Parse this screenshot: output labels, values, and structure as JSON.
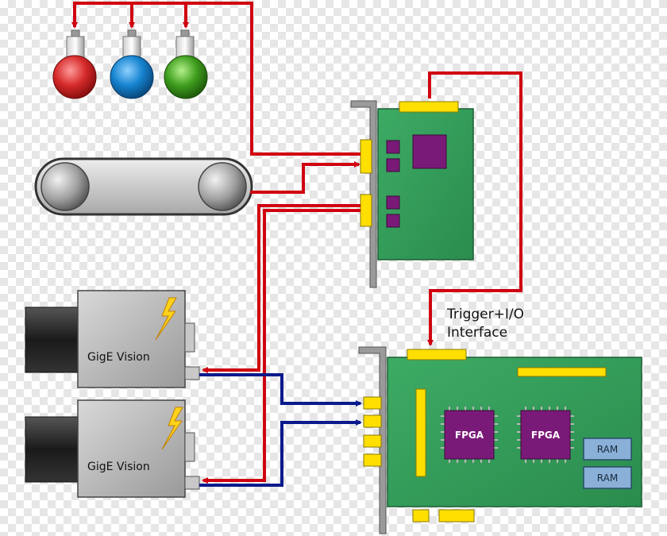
{
  "labels": {
    "trigger_line1": "Trigger+I/O",
    "trigger_line2": "Interface",
    "camera_top": "GigE Vision",
    "camera_bottom": "GigE Vision",
    "fpga_left": "FPGA",
    "fpga_right": "FPGA",
    "ram_top": "RAM",
    "ram_bottom": "RAM"
  },
  "colors": {
    "signal_red": "#d00010",
    "signal_blue": "#0a1a8c",
    "pcb_green": "#2f9e5a",
    "connector_yellow": "#ffdf00",
    "chip_purple": "#7a1a78",
    "ram_blue": "#8ab0d8"
  }
}
